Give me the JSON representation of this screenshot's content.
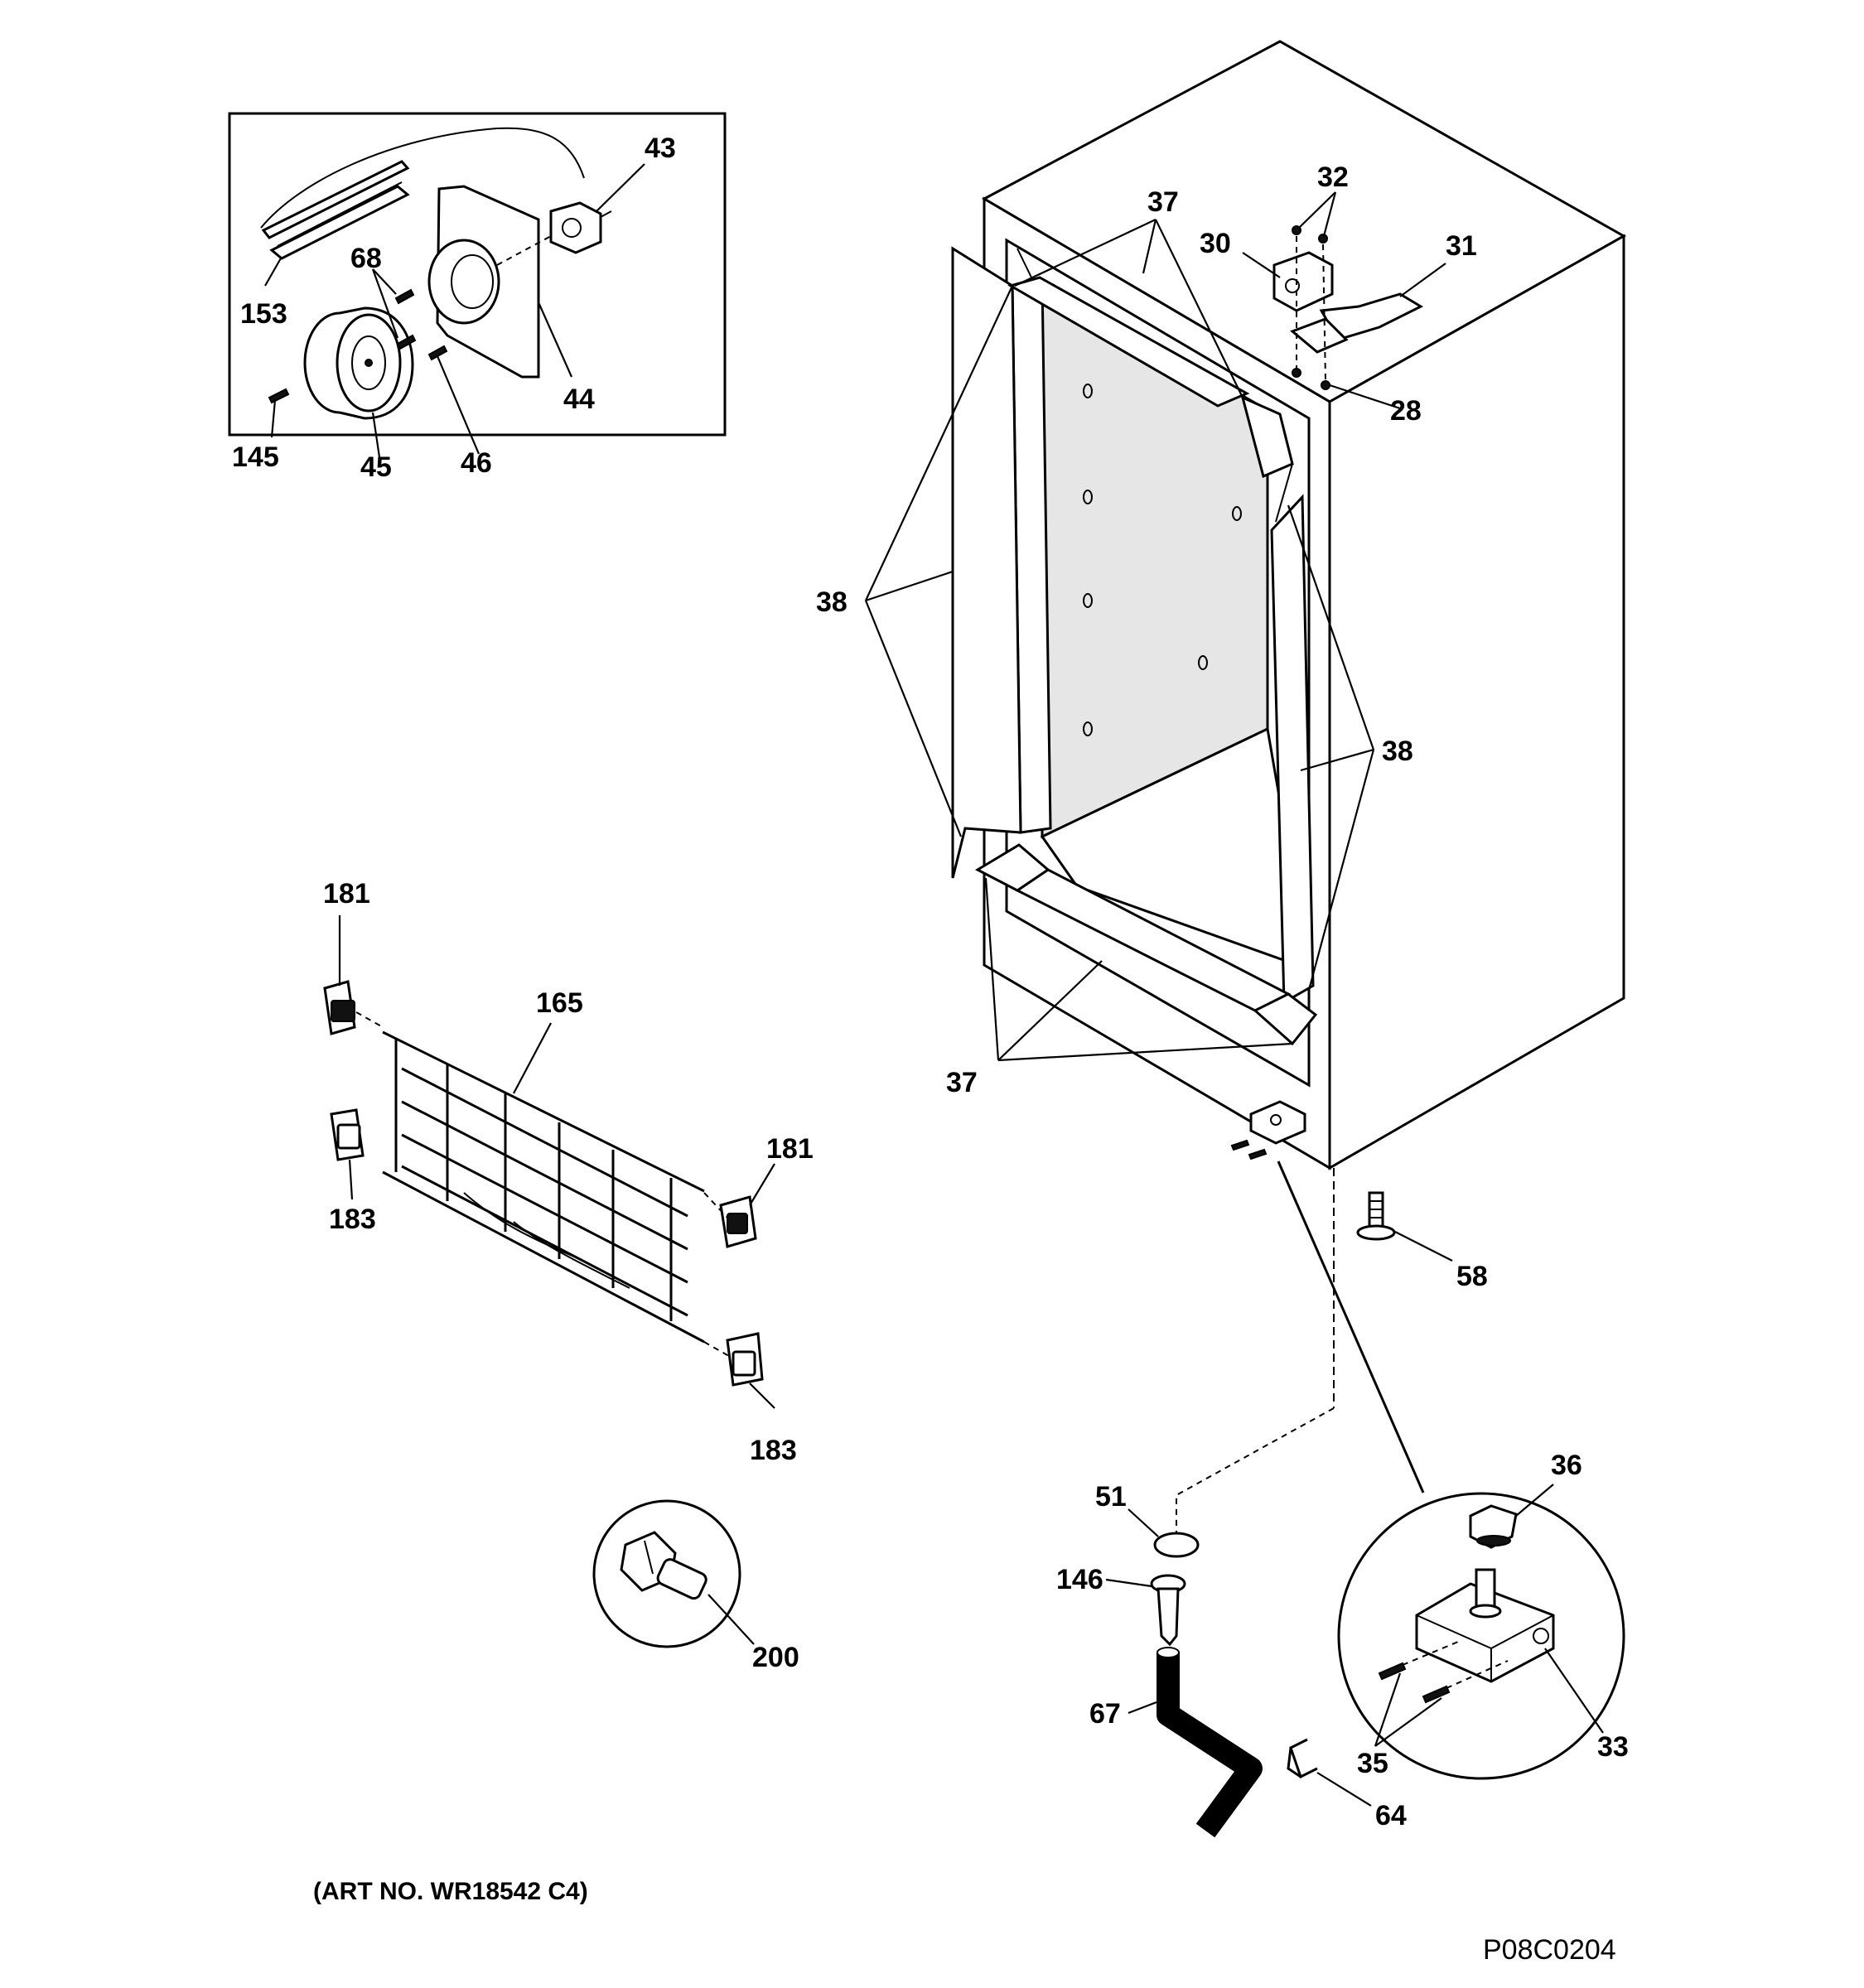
{
  "colors": {
    "ink": "#000000",
    "paper": "#ffffff",
    "shade": "#e6e6e6"
  },
  "callouts": {
    "p43": "43",
    "p68": "68",
    "p153": "153",
    "p44": "44",
    "p145": "145",
    "p45": "45",
    "p46": "46",
    "p37_top": "37",
    "p32": "32",
    "p30": "30",
    "p31": "31",
    "p28": "28",
    "p38_left": "38",
    "p38_right": "38",
    "p37_bottom": "37",
    "p181_top": "181",
    "p165": "165",
    "p181_right": "181",
    "p183_left": "183",
    "p183_right": "183",
    "p58": "58",
    "p51": "51",
    "p146": "146",
    "p67": "67",
    "p64": "64",
    "p36": "36",
    "p35": "35",
    "p33": "33",
    "p200": "200"
  },
  "footer": {
    "art_number": "(ART NO. WR18542 C4)",
    "diagram_code": "P08C0204"
  }
}
